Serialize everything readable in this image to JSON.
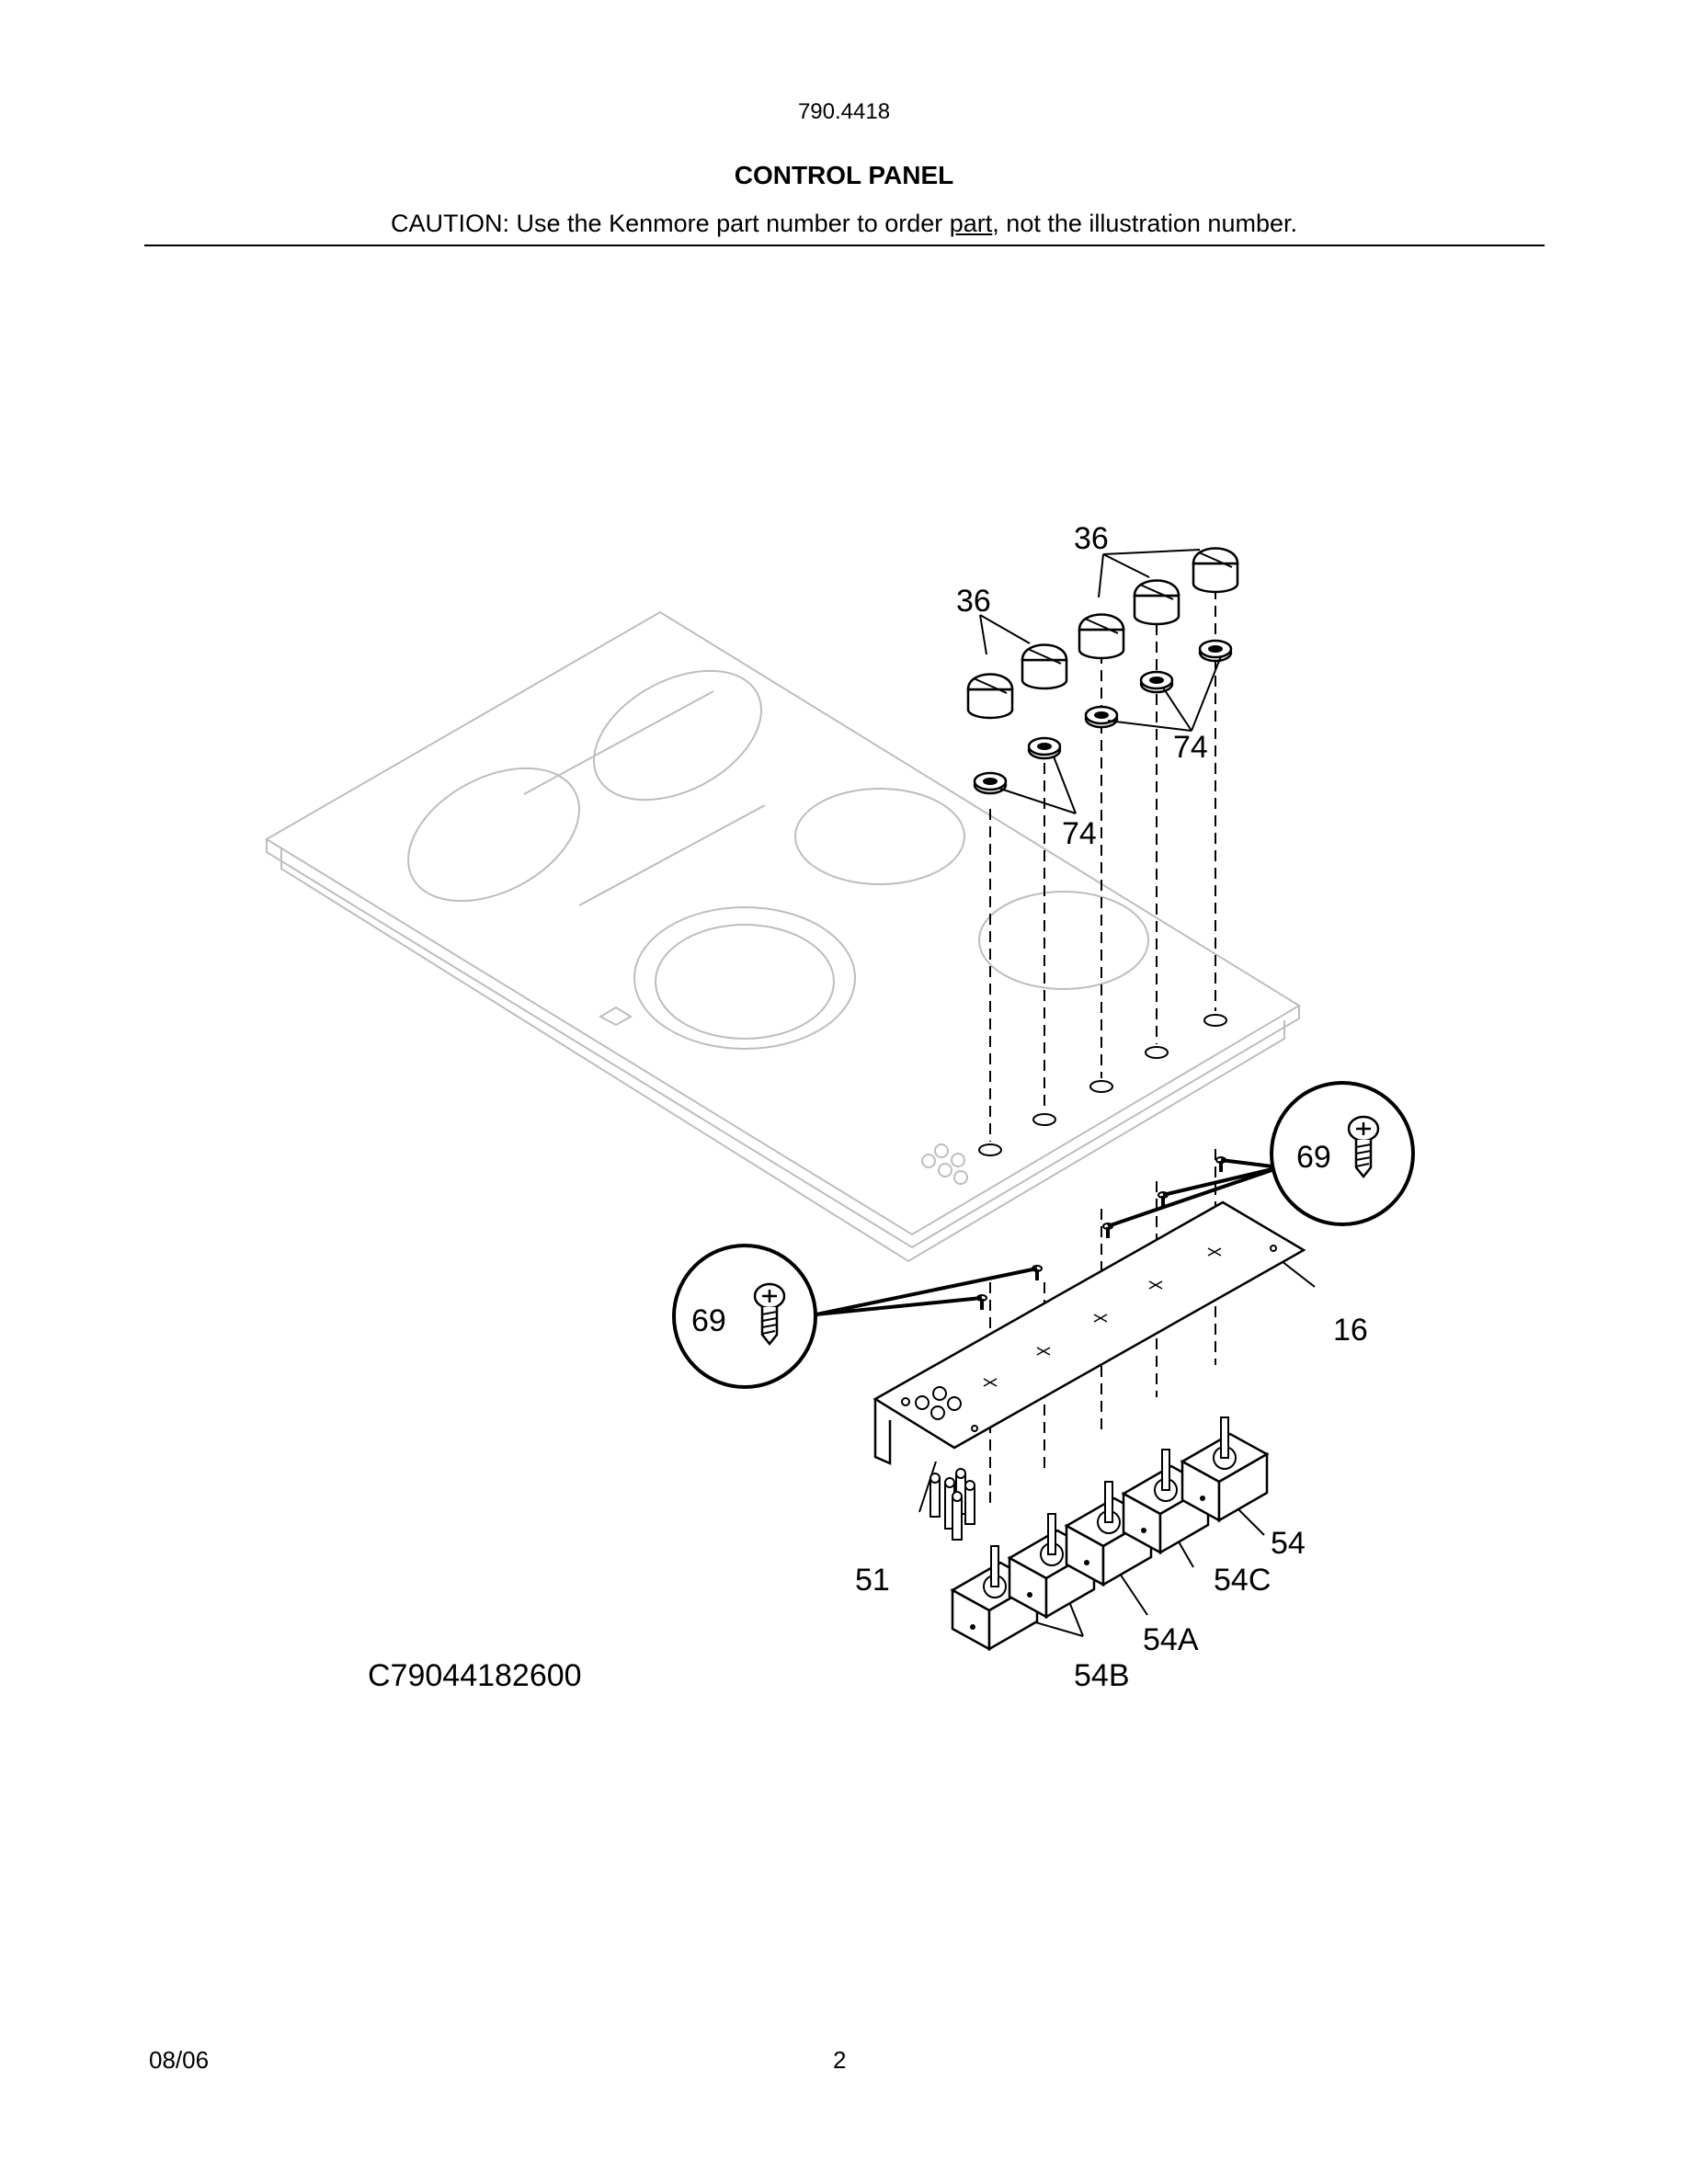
{
  "header": {
    "model": "790.4418",
    "title": "CONTROL PANEL",
    "caution_prefix": "CAUTION: Use the Kenmore part number to order ",
    "caution_underlined": "part",
    "caution_suffix": ", not the illustration number."
  },
  "callouts": {
    "knob_left": "36",
    "knob_right": "36",
    "seal_right": "74",
    "seal_left": "74",
    "screw_right": "69",
    "screw_left": "69",
    "panel": "16",
    "indicator": "51",
    "switch_54": "54",
    "switch_54c": "54C",
    "switch_54a": "54A",
    "switch_54b": "54B"
  },
  "drawing_number": "C79044182600",
  "footer": {
    "date": "08/06",
    "page": "2"
  }
}
